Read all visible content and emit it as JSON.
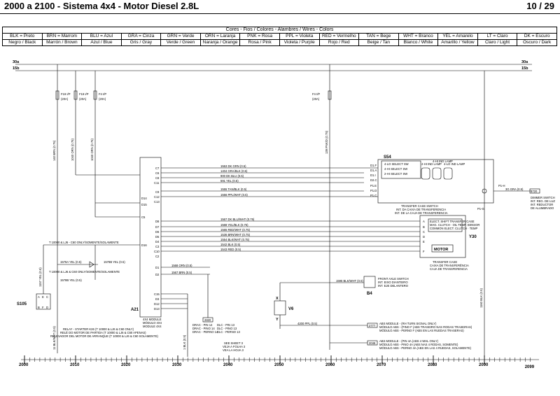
{
  "header": {
    "title": "2000 a 2100 - Sistema 4x4 - Motor Diesel 2.8L",
    "page": "10 / 29"
  },
  "legend": {
    "caption": "Cores - Fios / Colores - Alambres / Wires - Colors",
    "entries": [
      {
        "code": "BLK = Preto",
        "desc": "Negro / Black"
      },
      {
        "code": "BRN = Marrom",
        "desc": "Marrón / Brown"
      },
      {
        "code": "BLU = Azul",
        "desc": "Azul / Blue"
      },
      {
        "code": "GRA = Cinza",
        "desc": "Gris / Gray"
      },
      {
        "code": "GRN = Verde",
        "desc": "Verde / Green"
      },
      {
        "code": "ORN = Laranja",
        "desc": "Naranja / Orange"
      },
      {
        "code": "PNK = Rosa",
        "desc": "Rosa / Pink"
      },
      {
        "code": "PPL = Violeta",
        "desc": "Violeta / Purple"
      },
      {
        "code": "RED = Vermelho",
        "desc": "Rojo / Red"
      },
      {
        "code": "TAN = Bege",
        "desc": "Beige / Tan"
      },
      {
        "code": "WHT = Branco",
        "desc": "Blanco / White"
      },
      {
        "code": "YEL = Amarelo",
        "desc": "Amarillo / Yellow"
      },
      {
        "code": "LT = Claro",
        "desc": "Claro / Light"
      },
      {
        "code": "DK = Escuro",
        "desc": "Oscuro / Dark"
      }
    ]
  },
  "rails": {
    "r1": "30a",
    "r2": "15b"
  },
  "fuses": {
    "f1": {
      "name": "F19 I/P",
      "amp": "(20A)"
    },
    "f2": {
      "name": "F19 I/P",
      "amp": "(20A)"
    },
    "f3": {
      "name": "F4 I/P",
      "amp": "(20A)"
    },
    "f4": {
      "name": "F4 I/P",
      "amp": "(20A)"
    }
  },
  "vwires": {
    "w1": "140 BRN (0.75)",
    "w2": "1040 ORN (0.75)",
    "w3": "1040 ORN (0.75)",
    "w4": "139 PNK/D (0.75)",
    "w5": "1157 YEL (0.5)",
    "w6": "11 BLK/WHT (0.5)",
    "w7": "1 BLK (0.5)",
    "w8": "1160 BLK (0.5)"
  },
  "a21": {
    "name": "A21",
    "pins": [
      "C7",
      "C6",
      "C8",
      "C11",
      "C9",
      "C12",
      "C13",
      "D14",
      "D15",
      "C5",
      "D8",
      "D7",
      "D6",
      "D5",
      "D4",
      "C3",
      "C10",
      "C2",
      "D16",
      "D1",
      "D2",
      "C15",
      "D3",
      "D12",
      "D13"
    ],
    "module": [
      "4X4 MODULE",
      "MÓDULO 4X4",
      "MODULE 4X4"
    ]
  },
  "hwires": {
    "h1": "1553 DK GRN (0.5)",
    "h2": "1404 GRA/BLK (0.5)",
    "h3": "900 DK BLU (0.5)",
    "h4": "591 YEL (0.5)",
    "h5": "1555 TAN/BLK (0.5)",
    "h6": "1556 PPL/WHT (0.5)",
    "h7": "1567 DK BLU/WHT (0.75)",
    "h8": "1568 YEL/BLK (0.75)",
    "h9": "1565 RED/WHT (0.75)",
    "h10": "1536 BRN/WHT (0.75)",
    "h11": "1554 BLK/WHT (0.75)",
    "h12": "1542 BLK (0.5)",
    "h13": "1543 RED (0.5)",
    "h14": "1568 ORN (0.5)",
    "h15": "1567 BRN (0.5)",
    "h16": "1595 BLK/WHT (0.5)",
    "h17": "4200 PPL (0.5)",
    "h18": "3G GRA (0.5)"
  },
  "s54": {
    "name": "S54",
    "pins": [
      "D1.F",
      "D1.A",
      "D1.I",
      "D2.C",
      "P1.E",
      "P1.D",
      "P1.C"
    ],
    "sw": [
      "4-LO SELECT SW",
      "4-HI SELECT SW",
      "2-HI SELECT SW"
    ],
    "lamps": [
      "2-HI IND LAMP",
      "4-HI IND LAMP",
      "4-LO IND LAMP"
    ],
    "caption": [
      "TRANSFER CASE SWITCH",
      "INT. DA CAIXA DE TRANSFERENCIA",
      "INT. DE LA CAJA DE TRANSFERENCIA"
    ]
  },
  "y30": {
    "name": "Y30",
    "pins": [
      "A",
      "B",
      "C",
      "D",
      "E",
      "F"
    ],
    "inner": [
      "ELECT. SHIFT TRANSFER CASE",
      "MAG. CLUTCH · OIL TEMP. SENSOR",
      "COMMON ELECT. CLUTCH · TEMP"
    ],
    "motor": "MOTOR",
    "caption": [
      "TRANSFER CASE",
      "CAIXA DE TRANSFERÊNCIA",
      "CAJA DE TRANSFERENCIA"
    ]
  },
  "b4": {
    "name": "B4",
    "caption": [
      "FRONT AXLE SWITCH",
      "INT. EIXO DIANTEIRO",
      "INT. EJE DELANTERO"
    ]
  },
  "v6": {
    "name": "V6",
    "x": "X",
    "y": "Y"
  },
  "p1h": {
    "name": "P1-H",
    "p1g": "P1-G"
  },
  "dimmer": {
    "ref": "1720",
    "caption": [
      "DIMMER SWITCH",
      "INT. REG. DE LUZ",
      "INT. REDUCTOR",
      "DE ALUMBRADO"
    ]
  },
  "s105": {
    "name": "S105",
    "pins": [
      "A",
      "E",
      "C",
      "B",
      "F",
      "D"
    ]
  },
  "relay": {
    "caption": [
      "RELAY - STARTER K26 (T 10000 & LJ6 & C60 ONLY)",
      "RELÉ DO MOTOR DE PARTIDA (T 10000 & LJ6 & C60 APENAS)",
      "RELEVADOR DEL MOTOR DE ARRANQUE (T 10000 & LJ6 & C60 SOLAMENTE)"
    ]
  },
  "notes": {
    "n1": "T 10000 & LJ6 - C60 ONLY/SOMENTE/SOLAMENTE",
    "n2": "T 10000 & LJ6 & C60 ONLY/SOMENTE/SOLAMENTE",
    "n3": "1578A YEL (0.5)",
    "n4": "1578B YEL (0.5)",
    "n5": "1578B YEL (0.5)"
  },
  "abs": {
    "r1": "2777",
    "a1": [
      "ABS MODULE - (RH TURN SIGNAL ONLY)",
      "MÓDULO ABS - (PINO F (ABS TRASEIRO NAS RODAS TRASEIRAS)",
      "MÓDULO ABS - PERNO F (ABS EN LAS RUEDAS TRASERAS)"
    ],
    "r2": "2046",
    "a2": [
      "ABS MODULE - (PIN 4A (ABS 4 WHL ONLY)",
      "MÓDULO ABS - PINO 4A (ABS NAS 4 RODAS, SOMENTE)",
      "MÓDULO ABS - PERNO 4A (ABS EN LAS 4 RUEDAS, SOLAMENTE)"
    ]
  },
  "conn": {
    "ref": "2820",
    "a": [
      "DRAC - PIN 14",
      "DRAC - PINO 14",
      "DRAC - PERNO 14"
    ],
    "b": [
      "DLC - PIN 13",
      "DLC - PINO 13",
      "DLC - PERNO 13"
    ]
  },
  "seesheet": [
    "SEE SHEET 3",
    "VEJA A FOLHA 3",
    "VEA LA HOJA 3"
  ],
  "grid": {
    "labels": [
      "2000",
      "2010",
      "2020",
      "2030",
      "2040",
      "2050",
      "2060",
      "2070",
      "2080",
      "2090",
      "2099"
    ],
    "values": [
      2000,
      2010,
      2020,
      2030,
      2040,
      2050,
      2060,
      2070,
      2080,
      2090,
      2099
    ]
  }
}
